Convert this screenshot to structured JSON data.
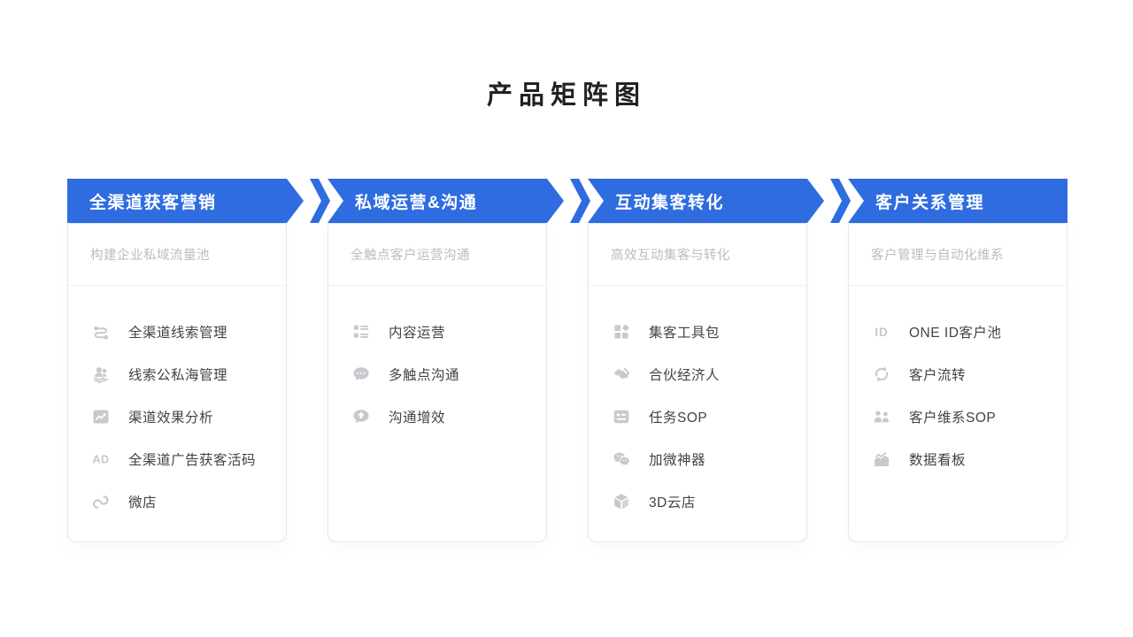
{
  "page": {
    "title": "产品矩阵图"
  },
  "colors": {
    "accent_blue": "#2e6ce0",
    "icon_gray": "#c6c9cd",
    "card_border": "#e0e8f4",
    "divider": "#ecf1f8",
    "subtitle_gray": "#b7bcc5",
    "item_text": "#404447",
    "title_text": "#222222"
  },
  "columns": [
    {
      "header": "全渠道获客营销",
      "subtitle": "构建企业私域流量池",
      "items": [
        {
          "icon": "route-icon",
          "label": "全渠道线索管理"
        },
        {
          "icon": "people-sea-icon",
          "label": "线索公私海管理"
        },
        {
          "icon": "analytics-icon",
          "label": "渠道效果分析"
        },
        {
          "icon": "ad-icon",
          "label": "全渠道广告获客活码"
        },
        {
          "icon": "weidian-icon",
          "label": "微店"
        }
      ]
    },
    {
      "header": "私域运营&沟通",
      "subtitle": "全触点客户运营沟通",
      "items": [
        {
          "icon": "content-list-icon",
          "label": "内容运营"
        },
        {
          "icon": "chat-dots-icon",
          "label": "多触点沟通"
        },
        {
          "icon": "chat-up-icon",
          "label": "沟通增效"
        }
      ]
    },
    {
      "header": "互动集客转化",
      "subtitle": "高效互动集客与转化",
      "items": [
        {
          "icon": "toolkit-icon",
          "label": "集客工具包"
        },
        {
          "icon": "handshake-icon",
          "label": "合伙经济人"
        },
        {
          "icon": "task-sop-icon",
          "label": "任务SOP"
        },
        {
          "icon": "wechat-icon",
          "label": "加微神器"
        },
        {
          "icon": "cube-3d-icon",
          "label": "3D云店"
        }
      ]
    },
    {
      "header": "客户关系管理",
      "subtitle": "客户管理与自动化维系",
      "items": [
        {
          "icon": "id-icon",
          "label": "ONE ID客户池"
        },
        {
          "icon": "flow-icon",
          "label": "客户流转"
        },
        {
          "icon": "people-sop-icon",
          "label": "客户维系SOP"
        },
        {
          "icon": "dashboard-icon",
          "label": "数据看板"
        }
      ]
    }
  ]
}
